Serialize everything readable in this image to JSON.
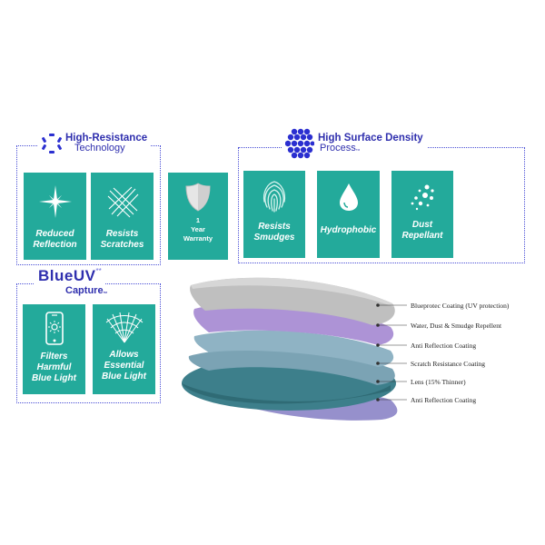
{
  "high_resistance": {
    "title": "High-Resistance",
    "subtitle": "Technology",
    "tiles": [
      {
        "label": "Reduced\nReflection",
        "icon": "sparkle-icon"
      },
      {
        "label": "Resists\nScratches",
        "icon": "scratch-lines-icon"
      },
      {
        "label": "1\nYear\nWarranty",
        "icon": "shield-icon"
      }
    ]
  },
  "high_surface_density": {
    "title": "High Surface Density",
    "subtitle": "Process",
    "subtitle_mark": "TM",
    "tiles": [
      {
        "label": "Resists\nSmudges",
        "icon": "fingerprint-icon"
      },
      {
        "label": "Hydrophobic",
        "icon": "water-drop-icon"
      },
      {
        "label": "Dust\nRepellant",
        "icon": "dust-particles-icon"
      }
    ]
  },
  "blueuv": {
    "title": "BlueUV",
    "title_mark": "**",
    "subtitle": "Capture",
    "subtitle_mark": "TM",
    "tiles": [
      {
        "label": "Filters\nHarmful\nBlue Light",
        "icon": "phone-sun-icon"
      },
      {
        "label": "Allows\nEssential\nBlue Light",
        "icon": "light-rays-icon"
      }
    ]
  },
  "lens_layers": [
    "Blueprotec Coating (UV protection)",
    "Water, Dust & Smudge Repellent",
    "Anti Reflection Coating",
    "Scratch Resistance Coating",
    "Lens (15% Thinner)",
    "Anti Reflection Coating"
  ],
  "colors": {
    "tile_teal": "#23aa9b",
    "brand_blue": "#2f2fae",
    "layer_gray": "#bfbfbf",
    "layer_purple": "#ad93d6",
    "layer_blue_light": "#8fb3c4",
    "layer_blue": "#7ba3b4",
    "layer_lens": "#3d7f8b",
    "layer_bottom_purple": "#9690cc"
  }
}
